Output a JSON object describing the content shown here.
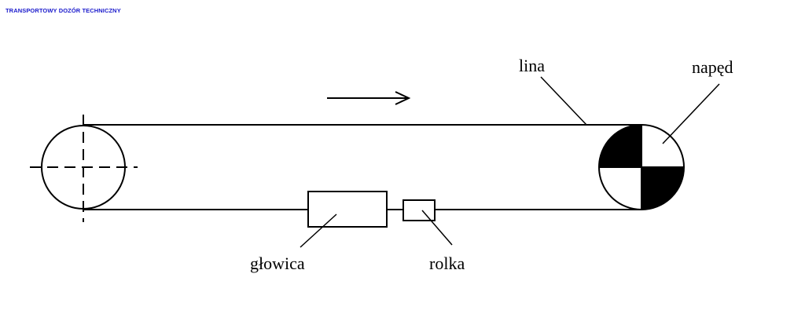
{
  "header": {
    "title": "TRANSPORTOWY DOZÓR TECHNICZNY"
  },
  "labels": {
    "lina": "lina",
    "naped": "napęd",
    "glowica": "głowica",
    "rolka": "rolka"
  },
  "colors": {
    "header": "#1a1acc",
    "line": "#000000"
  }
}
